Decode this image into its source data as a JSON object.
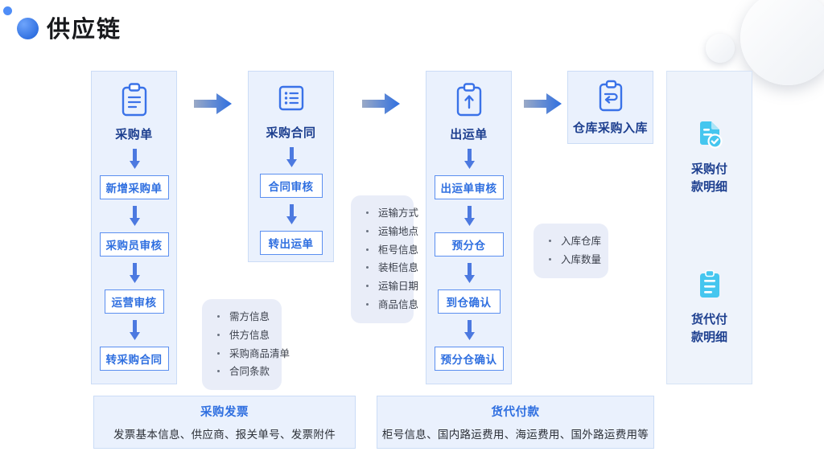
{
  "header": {
    "title": "供应链"
  },
  "columns": [
    {
      "id": "purchase-order",
      "icon": "clipboard-document-icon",
      "label": "采购单",
      "steps": [
        "新增采购单",
        "采购员审核",
        "运营审核",
        "转采购合同"
      ]
    },
    {
      "id": "purchase-contract",
      "icon": "clipboard-list-icon",
      "label": "采购合同",
      "steps": [
        "合同审核",
        "转出运单"
      ]
    },
    {
      "id": "shipping-order",
      "icon": "clipboard-upload-icon",
      "label": "出运单",
      "steps": [
        "出运单审核",
        "预分仓",
        "到仓确认",
        "预分仓确认"
      ]
    }
  ],
  "warehouse_card": {
    "id": "warehouse-inbound",
    "icon": "clipboard-inbound-icon",
    "label": "仓库采购入库"
  },
  "right_panel": {
    "items": [
      {
        "id": "purchase-payment-detail",
        "icon": "document-check-icon",
        "label": "采购付\n款明细",
        "line1": "采购付",
        "line2": "款明细"
      },
      {
        "id": "forwarder-payment-detail",
        "icon": "clipboard-lines-icon",
        "label": "货代付\n款明细",
        "line1": "货代付",
        "line2": "款明细"
      }
    ]
  },
  "callouts": [
    {
      "id": "contract-fields",
      "items": [
        "需方信息",
        "供方信息",
        "采购商品清单",
        "合同条款"
      ]
    },
    {
      "id": "shipping-fields",
      "items": [
        "运输方式",
        "运输地点",
        "柜号信息",
        "装柜信息",
        "运输日期",
        "商品信息"
      ]
    },
    {
      "id": "inbound-fields",
      "items": [
        "入库仓库",
        "入库数量"
      ]
    }
  ],
  "banners": [
    {
      "id": "purchase-invoice",
      "title": "采购发票",
      "subtitle": "发票基本信息、供应商、报关单号、发票附件"
    },
    {
      "id": "forwarder-payment",
      "title": "货代付款",
      "subtitle": "柜号信息、国内路运费用、海运费用、国外路运费用等"
    }
  ],
  "arrows": {
    "horizontal_count": 3,
    "icon": "right-arrow-icon"
  },
  "colors": {
    "brand_blue": "#2f6fe0",
    "deep_navy": "#1d3f8f",
    "panel_bg": "#eaf1fd",
    "panel_border": "#cbdcf6",
    "callout_bg": "#e9edf8",
    "cyan": "#45c6ef"
  }
}
